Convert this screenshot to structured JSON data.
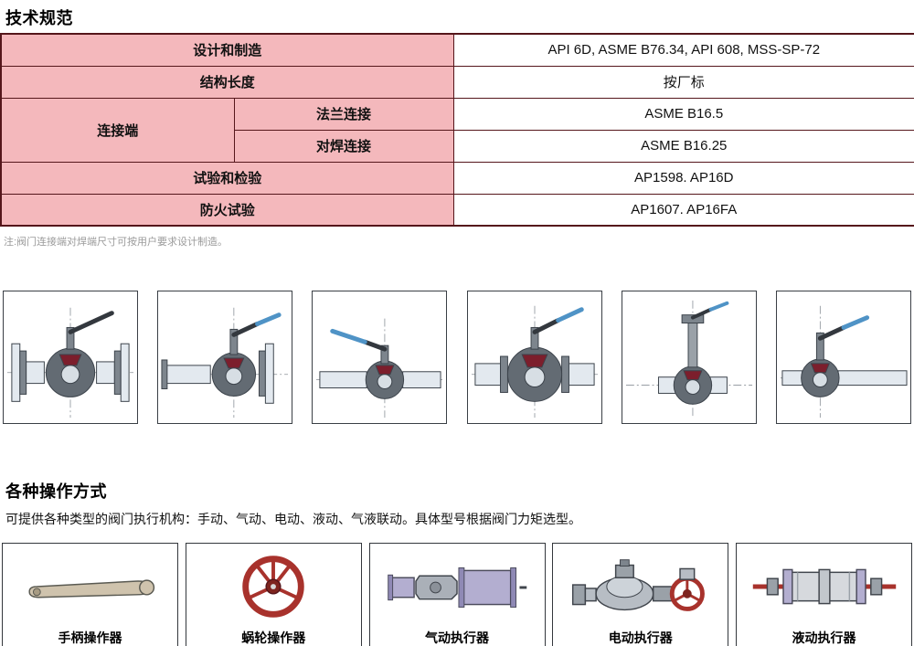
{
  "sections": {
    "specs_title": "技术规范",
    "note": "注:阀门连接端对焊端尺寸可按用户要求设计制造。",
    "ops_title": "各种操作方式",
    "ops_desc": "可提供各种类型的阀门执行机构：手动、气动、电动、液动、气液联动。具体型号根据阀门力矩选型。"
  },
  "spec_table": {
    "rows": [
      {
        "label": "设计和制造",
        "value": "API 6D, ASME B76.34, API 608, MSS-SP-72"
      },
      {
        "label": "结构长度",
        "value": "按厂标"
      },
      {
        "label": "连接端",
        "value": ""
      },
      {
        "label": "法兰连接",
        "value": "ASME B16.5"
      },
      {
        "label": "对焊连接",
        "value": "ASME B16.25"
      },
      {
        "label": "试验和检验",
        "value": "AP1598. AP16D"
      },
      {
        "label": "防火试验",
        "value": "AP1607. AP16FA"
      }
    ]
  },
  "valve_figures": [
    {
      "name": "flanged-ball-valve-drawing"
    },
    {
      "name": "extended-stem-ball-valve-drawing"
    },
    {
      "name": "compact-welded-ball-valve-drawing"
    },
    {
      "name": "full-bore-ball-valve-drawing"
    },
    {
      "name": "vertical-stem-ball-valve-drawing"
    },
    {
      "name": "long-pipe-ball-valve-drawing"
    }
  ],
  "actuators": [
    {
      "label": "手柄操作器",
      "icon": "lever-handle-icon"
    },
    {
      "label": "蜗轮操作器",
      "icon": "handwheel-icon"
    },
    {
      "label": "气动执行器",
      "icon": "pneumatic-actuator-icon"
    },
    {
      "label": "电动执行器",
      "icon": "electric-actuator-icon"
    },
    {
      "label": "液动执行器",
      "icon": "hydraulic-actuator-icon"
    }
  ],
  "colors": {
    "table_header_bg": "#f4b8bc",
    "table_border": "#55161b",
    "accent_red": "#a8322c",
    "handle_blue": "#4f93c6"
  }
}
